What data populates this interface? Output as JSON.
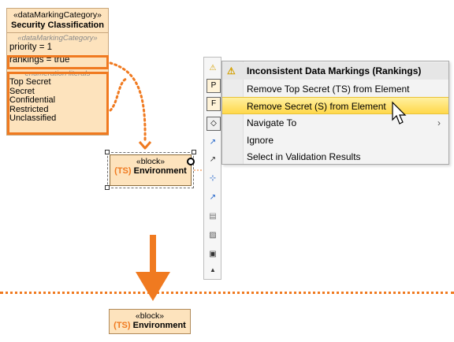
{
  "category": {
    "stereotype": "«dataMarkingCategory»",
    "name": "Security Classification",
    "sub_stereotype": "«dataMarkingCategory»",
    "priority": "priority = 1",
    "rankings": "rankings = true",
    "literals_title": "enumeration literals",
    "literals": [
      "Top Secret",
      "Secret",
      "Confidential",
      "Restricted",
      "Unclassified"
    ]
  },
  "block_top": {
    "stereotype": "«block»",
    "marking": "(TS)",
    "name": " Environment"
  },
  "block_bottom": {
    "stereotype": "«block»",
    "marking": "(TS)",
    "name": " Environment"
  },
  "menu": {
    "header": "Inconsistent Data Markings (Rankings)",
    "items": [
      "Remove Top Secret (TS) from Element",
      "Remove Secret (S) from Element",
      "Navigate To",
      "Ignore",
      "Select in Validation Results"
    ],
    "submenu_arrow": "›"
  },
  "toolbar": {
    "icons": [
      "warning-icon",
      "p-icon",
      "f-icon",
      "interface-icon",
      "association-icon",
      "directed-association-icon",
      "connector-icon",
      "directed-connector-icon",
      "note-icon",
      "image-icon",
      "frame-icon",
      "collapse-icon"
    ],
    "labels": [
      "⚠",
      "P",
      "F",
      "◇",
      "↗",
      "↗",
      "⊹",
      "↗",
      "▤",
      "▨",
      "▣",
      "▲"
    ]
  },
  "colors": {
    "accent": "#f07a20",
    "element_fill": "#fde3bd",
    "hover": "#ffd84a"
  }
}
